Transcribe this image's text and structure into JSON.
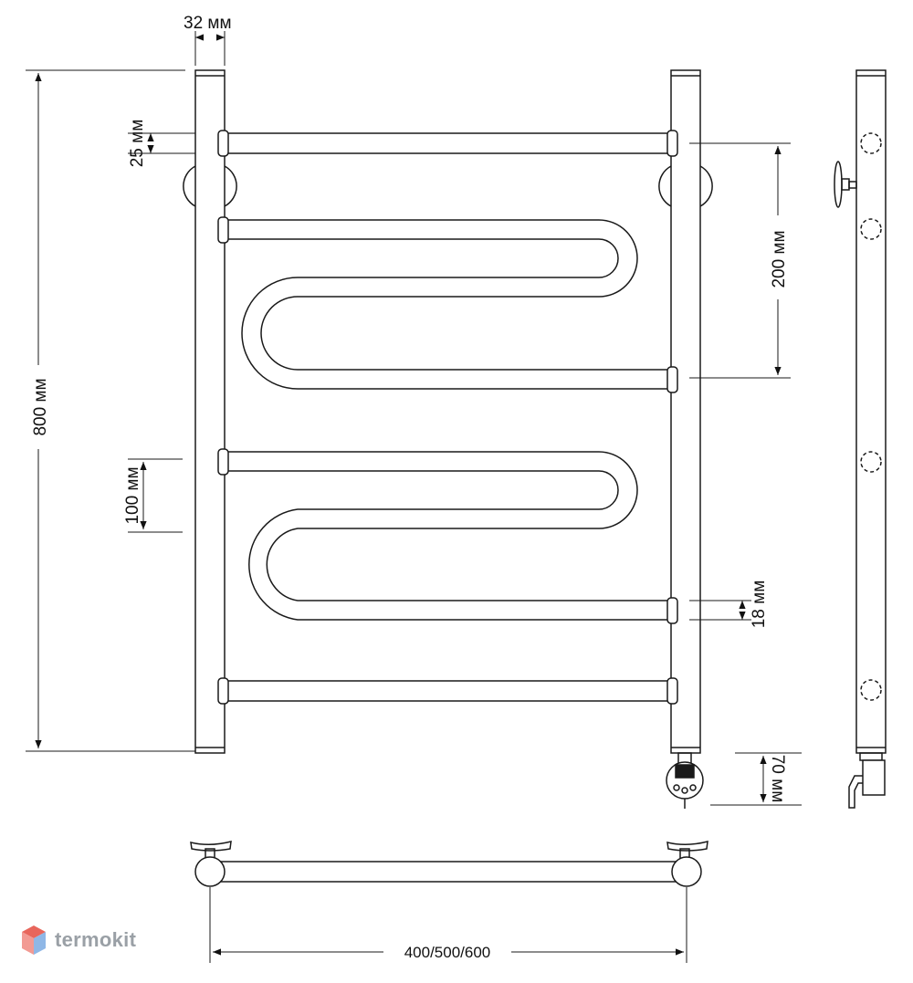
{
  "dimensions": {
    "pipe_diameter": "32 мм",
    "top_offset": "25 мм",
    "height": "800 мм",
    "bar_spacing": "100 мм",
    "connection_distance": "200 мм",
    "bar_diameter": "18 мм",
    "heater_height": "70 мм",
    "width_options": "400/500/600"
  },
  "brand": {
    "name": "termokit"
  },
  "colors": {
    "line": "#1a1a1a",
    "logo_gray": "#9aa0a6",
    "logo_red": "#e8665c",
    "logo_blue": "#8fb7e6"
  }
}
